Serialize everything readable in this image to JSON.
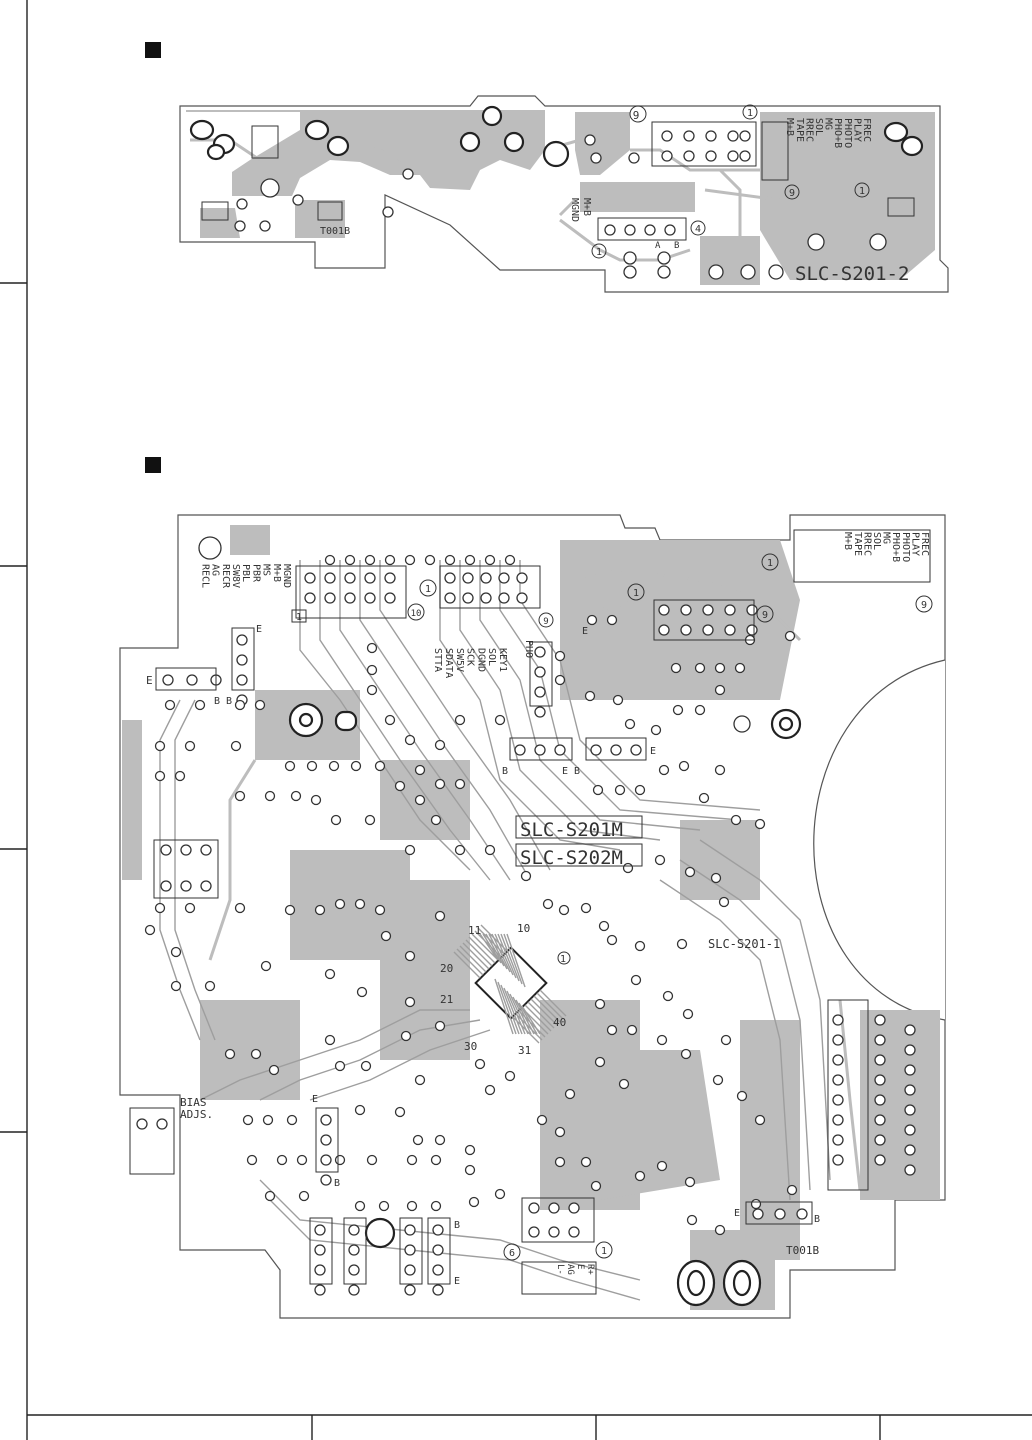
{
  "colors": {
    "copper": "#bdbdbd",
    "ink": "#333333",
    "paper": "#ffffff"
  },
  "board1": {
    "name": "SLC-S201-2",
    "part_code": "T001B",
    "pin_labels": [
      "FREC",
      "PLAY",
      "PHOTO",
      "PHO+B",
      "MG",
      "SOL",
      "RREC",
      "TAPE",
      "M+B"
    ],
    "pin_first": "1",
    "pin_last": "9",
    "connector_labels": [
      "M+B",
      "MGND"
    ],
    "small_markers": [
      "1",
      "4",
      "A",
      "B"
    ]
  },
  "board2": {
    "name_1": "SLC-S201M",
    "name_2": "SLC-S202M",
    "name_3": "SLC-S201-1",
    "part_code": "T001B",
    "top_right_labels": [
      "FREC",
      "PLAY",
      "PHOTO",
      "PHO+B",
      "MG",
      "SOL",
      "RREC",
      "TAPE",
      "M+B"
    ],
    "left_labels": [
      "MGND",
      "M+B",
      "MS",
      "PBR",
      "PBL",
      "SW8V",
      "RECR",
      "AG",
      "RECL"
    ],
    "mid_labels": [
      "KEY1",
      "SOL",
      "DGND",
      "SCK",
      "SW5V",
      "SDATA",
      "STTA"
    ],
    "bias_label": "BIAS\nADJS.",
    "ic_pins": [
      "11",
      "10",
      "1",
      "20",
      "21",
      "40",
      "30",
      "31"
    ],
    "connector_markers": [
      "1",
      "9",
      "10",
      "6",
      "1"
    ],
    "out_labels": [
      "R+",
      "E",
      "AG",
      "L-"
    ],
    "transistor_letters": [
      "E",
      "B"
    ],
    "pho_label": "PHO"
  }
}
